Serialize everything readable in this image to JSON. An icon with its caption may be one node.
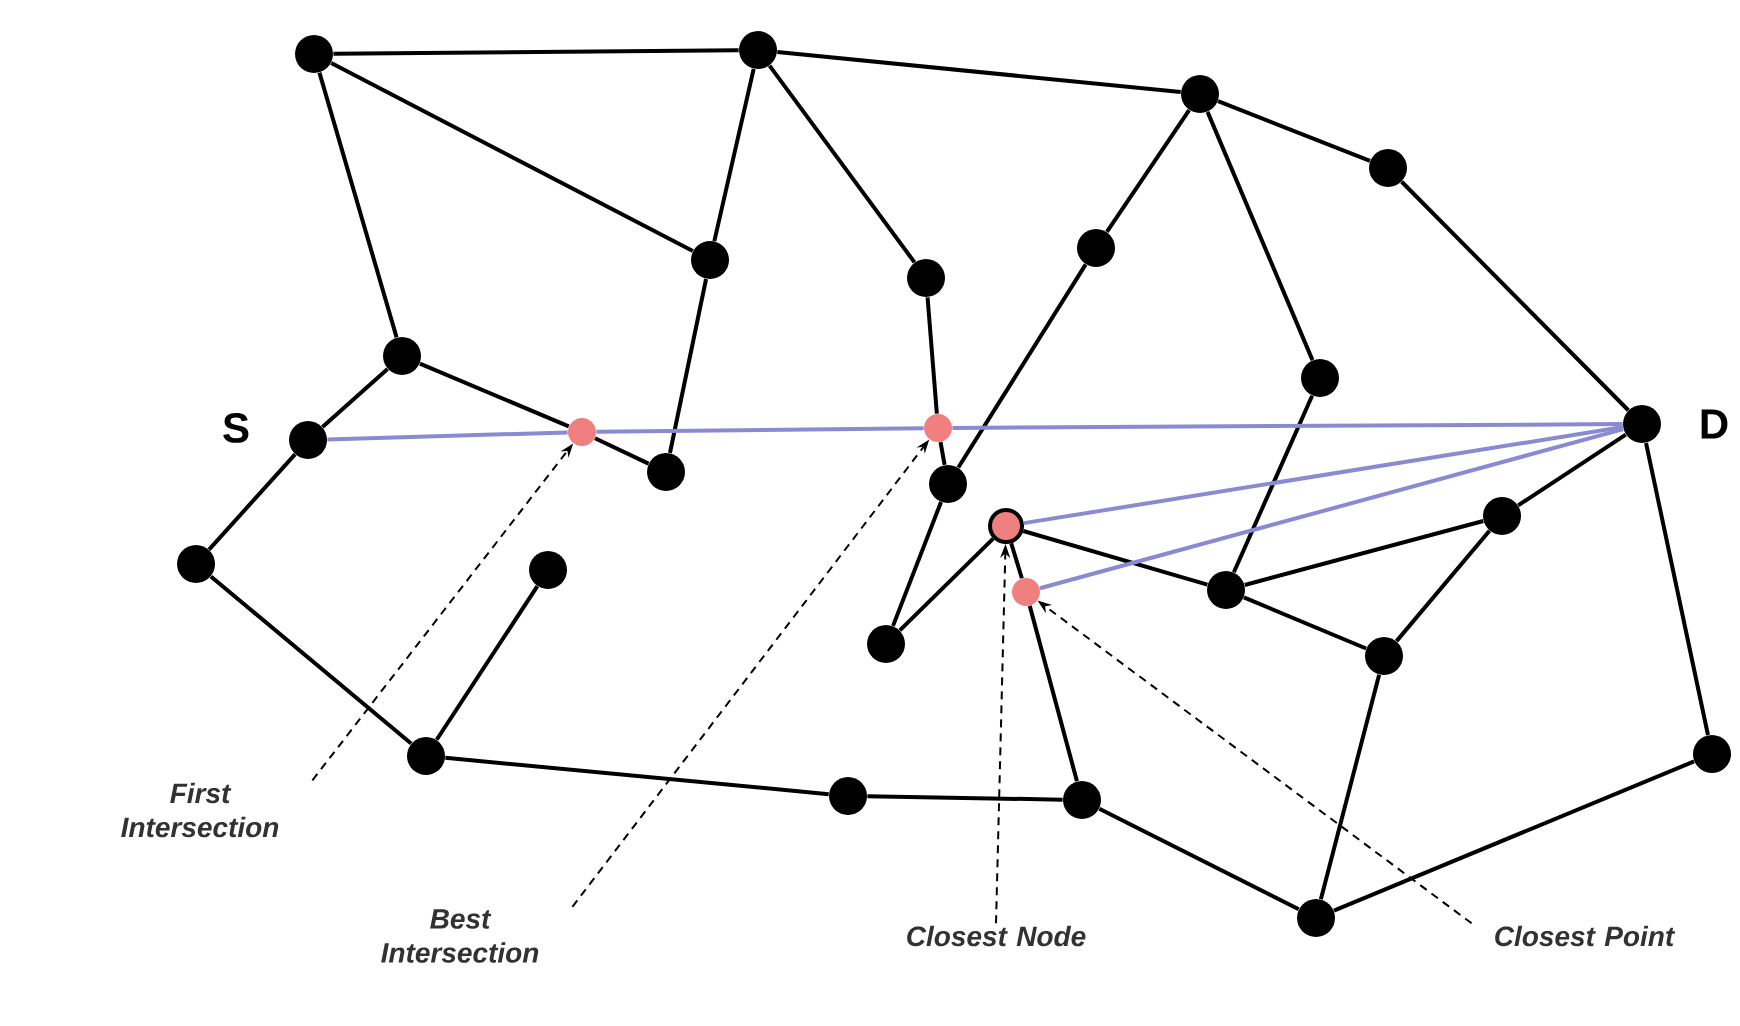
{
  "diagram": {
    "nodes": [
      {
        "text": [],
        "shape": "circle"
      },
      {
        "text": [],
        "shape": "circle"
      },
      {
        "text": [],
        "shape": "circle"
      },
      {
        "text": [],
        "shape": "circle"
      },
      {
        "text": [],
        "shape": "circle"
      },
      {
        "text": [],
        "shape": "circle"
      },
      {
        "text": [],
        "shape": "circle"
      },
      {
        "text": [],
        "shape": "circle"
      },
      {
        "text": [],
        "shape": "circle"
      },
      {
        "text": [],
        "shape": "circle",
        "beside": [
          "S"
        ]
      },
      {
        "text": [],
        "shape": "circle"
      },
      {
        "text": [],
        "shape": "circle"
      },
      {
        "text": [],
        "shape": "circle",
        "beside": [
          "D"
        ]
      },
      {
        "text": [],
        "shape": "circle"
      },
      {
        "text": [],
        "shape": "circle"
      },
      {
        "text": [],
        "shape": "circle"
      },
      {
        "text": [],
        "shape": "circle"
      },
      {
        "text": [],
        "shape": "circle"
      },
      {
        "text": [],
        "shape": "circle"
      },
      {
        "text": [],
        "shape": "circle"
      },
      {
        "text": [],
        "shape": "circle"
      },
      {
        "text": [],
        "shape": "circle"
      },
      {
        "text": [],
        "shape": "circle"
      },
      {
        "text": [],
        "shape": "circle"
      },
      {
        "text": [],
        "shape": "circle"
      },
      {
        "text": [],
        "shape": "circle"
      },
      {
        "text": [],
        "shape": "circle"
      },
      {
        "text": [],
        "shape": "circle"
      },
      {
        "text": [
          "First Intersection"
        ]
      },
      {
        "text": [
          "Best Intersection"
        ]
      },
      {
        "text": [
          "Closest Node"
        ]
      },
      {
        "text": [
          "Closest Point"
        ]
      }
    ],
    "edges": [
      {
        "from": 0,
        "to": 1,
        "arrow": "none"
      },
      {
        "from": 0,
        "to": 5,
        "arrow": "none"
      },
      {
        "from": 0,
        "to": 7,
        "arrow": "none"
      },
      {
        "from": 1,
        "to": 5,
        "arrow": "none"
      },
      {
        "from": 1,
        "to": 6,
        "arrow": "none"
      },
      {
        "from": 1,
        "to": 2,
        "arrow": "none"
      },
      {
        "from": 5,
        "to": 13,
        "arrow": "none"
      },
      {
        "from": 7,
        "to": 9,
        "arrow": "none"
      },
      {
        "from": 7,
        "to": 10,
        "arrow": "none"
      },
      {
        "from": 10,
        "to": 13,
        "arrow": "none"
      },
      {
        "from": 6,
        "to": 11,
        "arrow": "none"
      },
      {
        "from": 11,
        "to": 14,
        "arrow": "none"
      },
      {
        "from": 2,
        "to": 4,
        "arrow": "none"
      },
      {
        "from": 4,
        "to": 14,
        "arrow": "none"
      },
      {
        "from": 14,
        "to": 21,
        "arrow": "none"
      },
      {
        "from": 21,
        "to": 16,
        "arrow": "none"
      },
      {
        "from": 2,
        "to": 8,
        "arrow": "none"
      },
      {
        "from": 8,
        "to": 19,
        "arrow": "none"
      },
      {
        "from": 2,
        "to": 3,
        "arrow": "none"
      },
      {
        "from": 3,
        "to": 12,
        "arrow": "none"
      },
      {
        "from": 12,
        "to": 15,
        "arrow": "none"
      },
      {
        "from": 12,
        "to": 23,
        "arrow": "none"
      },
      {
        "from": 15,
        "to": 19,
        "arrow": "none"
      },
      {
        "from": 15,
        "to": 22,
        "arrow": "none"
      },
      {
        "from": 16,
        "to": 19,
        "arrow": "none"
      },
      {
        "from": 19,
        "to": 22,
        "arrow": "none"
      },
      {
        "from": 22,
        "to": 27,
        "arrow": "none"
      },
      {
        "from": 16,
        "to": 20,
        "arrow": "none"
      },
      {
        "from": 20,
        "to": 26,
        "arrow": "none"
      },
      {
        "from": 26,
        "to": 27,
        "arrow": "none"
      },
      {
        "from": 27,
        "to": 23,
        "arrow": "none"
      },
      {
        "from": 25,
        "to": 26,
        "arrow": "none"
      },
      {
        "from": 24,
        "to": 25,
        "arrow": "none"
      },
      {
        "from": 24,
        "to": 18,
        "arrow": "none"
      },
      {
        "from": 17,
        "to": 24,
        "arrow": "none"
      },
      {
        "from": 17,
        "to": 9,
        "arrow": "none"
      },
      {
        "from": 9,
        "to": 10,
        "arrow": "none",
        "color": "#8a8ad2"
      },
      {
        "from": 10,
        "to": 11,
        "arrow": "none",
        "color": "#8a8ad2"
      },
      {
        "from": 11,
        "to": 12,
        "arrow": "none",
        "color": "#8a8ad2"
      },
      {
        "from": 12,
        "to": 16,
        "arrow": "none",
        "color": "#8a8ad2"
      },
      {
        "from": 12,
        "to": 20,
        "arrow": "none",
        "color": "#8a8ad2"
      },
      {
        "from": 28,
        "to": 10,
        "arrow": "to",
        "style": "dashed"
      },
      {
        "from": 29,
        "to": 11,
        "arrow": "to",
        "style": "dashed"
      },
      {
        "from": 30,
        "to": 16,
        "arrow": "to",
        "style": "dashed"
      },
      {
        "from": 31,
        "to": 20,
        "arrow": "to",
        "style": "dashed"
      }
    ]
  }
}
